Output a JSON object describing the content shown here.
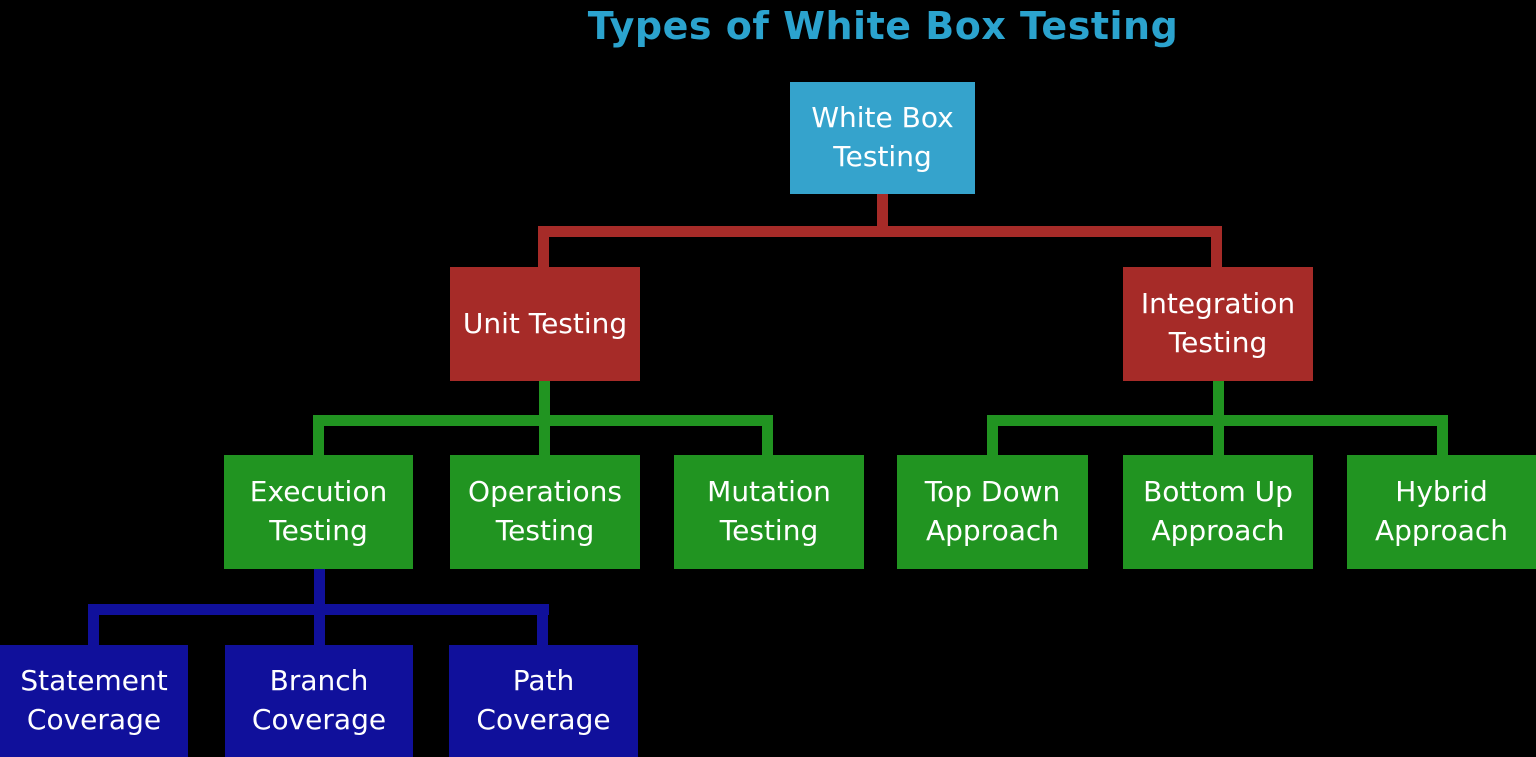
{
  "title": "Types of White Box Testing",
  "colors": {
    "background": "#000000",
    "title": "#2BA3CE",
    "cyan": "#35A3CC",
    "red": "#A62B28",
    "green": "#219421",
    "navy": "#10109B",
    "box-text": "#FFFFFF"
  },
  "tree": {
    "label": "White Box Testing",
    "children": [
      {
        "label": "Unit Testing",
        "children": [
          {
            "label": "Execution Testing",
            "children": [
              {
                "label": "Statement Coverage"
              },
              {
                "label": "Branch Coverage"
              },
              {
                "label": "Path Coverage"
              }
            ]
          },
          {
            "label": "Operations Testing"
          },
          {
            "label": "Mutation Testing"
          }
        ]
      },
      {
        "label": "Integration Testing",
        "children": [
          {
            "label": "Top Down Approach"
          },
          {
            "label": "Bottom Up Approach"
          },
          {
            "label": "Hybrid Approach"
          }
        ]
      }
    ]
  }
}
